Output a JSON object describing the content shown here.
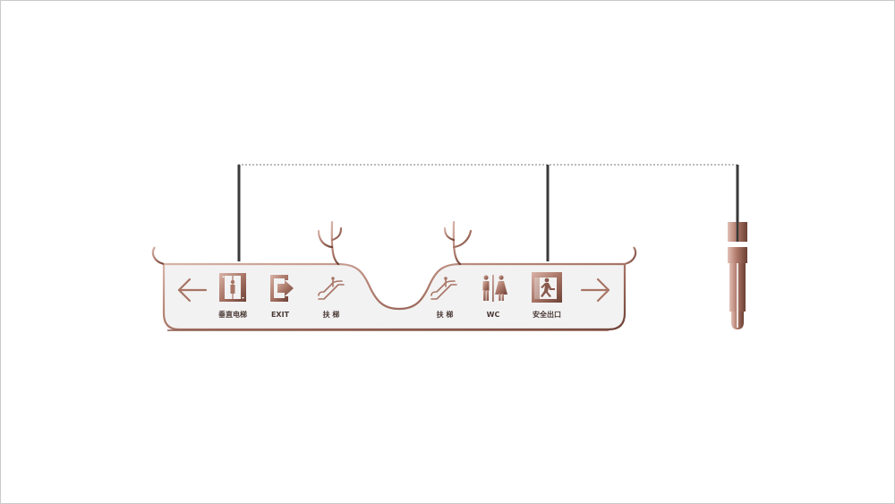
{
  "sign": {
    "labels": {
      "elevator": "垂直电梯",
      "exit": "EXIT",
      "escalator_left": "扶 梯",
      "escalator_right": "扶 梯",
      "wc": "WC",
      "emergency_exit": "安全出口"
    },
    "icons": {
      "arrow_left": "arrow-left-icon",
      "elevator": "elevator-icon",
      "exit": "exit-door-icon",
      "escalator": "escalator-icon",
      "restroom": "restroom-icon",
      "emergency_exit": "emergency-exit-icon",
      "arrow_right": "arrow-right-icon"
    },
    "colors": {
      "rose_gold": "#b98a7d",
      "rose_gold_dark": "#8a5a4e",
      "panel": "#f2f2f2",
      "rod": "#3a3a3a"
    }
  }
}
